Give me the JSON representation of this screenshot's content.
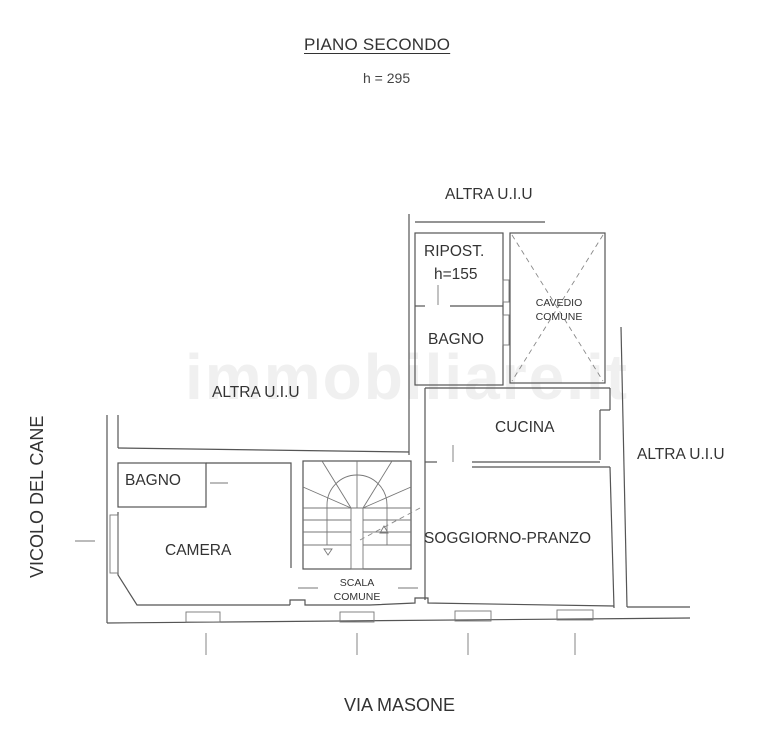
{
  "header": {
    "title": "PIANO SECONDO",
    "height": "h = 295"
  },
  "rooms": {
    "ripostiglio": "RIPOST.",
    "ripostiglio_height": "h=155",
    "cavedio_line1": "CAVEDIO",
    "cavedio_line2": "COMUNE",
    "bagno_upper": "BAGNO",
    "cucina": "CUCINA",
    "soggiorno": "SOGGIORNO-PRANZO",
    "bagno_lower": "BAGNO",
    "camera": "CAMERA",
    "scala_line1": "SCALA",
    "scala_line2": "COMUNE"
  },
  "neighbors": {
    "top": "ALTRA U.I.U",
    "left": "ALTRA U.I.U",
    "right": "ALTRA U.I.U"
  },
  "streets": {
    "bottom": "VIA MASONE",
    "left": "VICOLO DEL CANE"
  },
  "watermark": "immobiliare.it"
}
